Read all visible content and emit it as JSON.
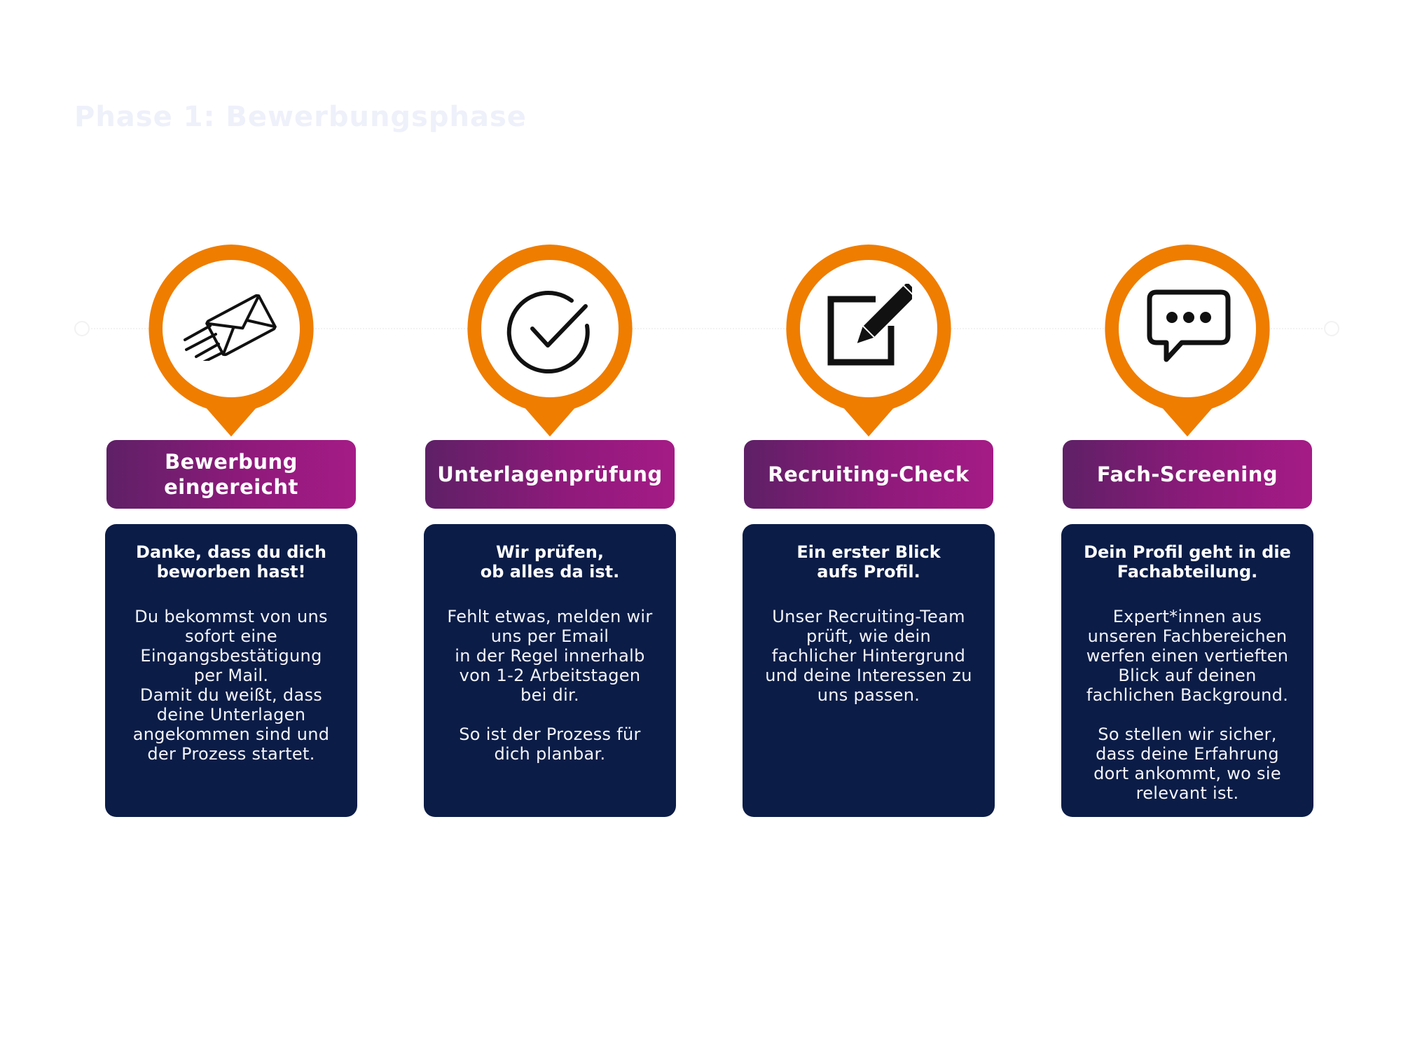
{
  "phase_title": "Phase 1: Bewerbungsphase",
  "colors": {
    "orange": "#ef7d00",
    "purple_start": "#5e2066",
    "purple_end": "#a51b86",
    "navy": "#0b1c47"
  },
  "steps": [
    {
      "icon": "envelope-send-icon",
      "label": "Bewerbung eingereicht",
      "heading": "Danke, dass du dich\nbeworben hast!",
      "body": "Du bekommst von uns\nsofort eine\nEingangsbestätigung\nper Mail.\nDamit du weißt, dass\ndeine Unterlagen\nangekommen sind und\nder Prozess startet."
    },
    {
      "icon": "check-circle-icon",
      "label": "Unterlagenprüfung",
      "heading": "Wir prüfen,\nob alles da ist.",
      "body": "Fehlt etwas, melden wir\nuns per Email\nin der Regel innerhalb\nvon 1-2 Arbeitstagen\nbei dir.\n\nSo ist der Prozess für\ndich planbar."
    },
    {
      "icon": "edit-pencil-icon",
      "label": "Recruiting-Check",
      "heading": "Ein erster Blick\naufs Profil.",
      "body": "Unser Recruiting-Team\nprüft, wie dein\nfachlicher Hintergrund\nund deine Interessen zu\nuns passen."
    },
    {
      "icon": "chat-bubble-icon",
      "label": "Fach-Screening",
      "heading": "Dein Profil geht in die\nFachabteilung.",
      "body": "Expert*innen aus\nunseren Fachbereichen\nwerfen einen vertieften\nBlick auf deinen\nfachlichen Background.\n\nSo stellen wir sicher,\ndass deine Erfahrung\ndort ankommt, wo sie\nrelevant ist."
    }
  ]
}
